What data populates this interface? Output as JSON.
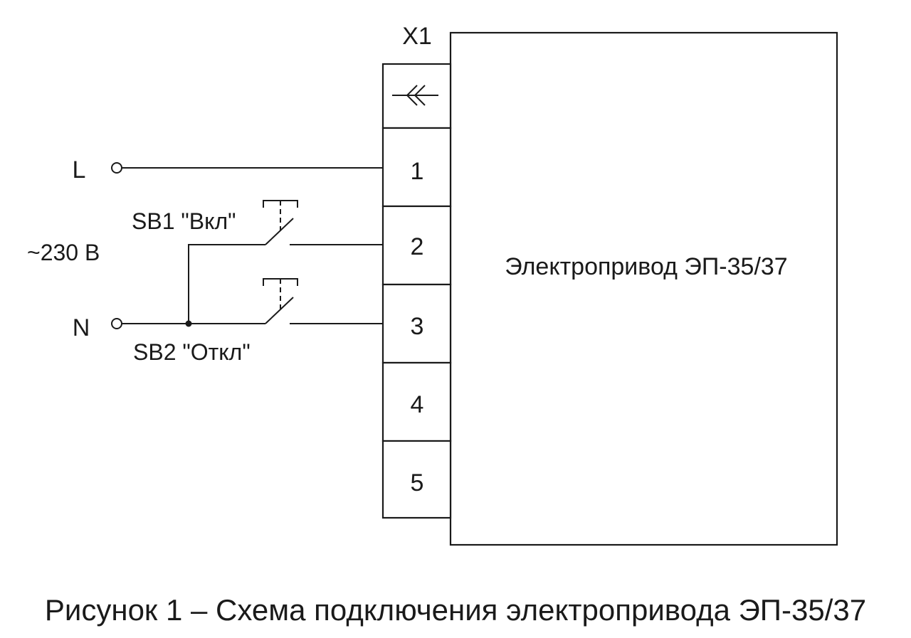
{
  "connector": {
    "label": "X1",
    "symbol": "connector-plug-icon",
    "terminals": [
      "1",
      "2",
      "3",
      "4",
      "5"
    ]
  },
  "device": {
    "label": "Электропривод ЭП-35/37"
  },
  "supply": {
    "line_label": "L",
    "neutral_label": "N",
    "voltage_label": "~230 В"
  },
  "switches": {
    "sb1": "SB1 \"Вкл\"",
    "sb2": "SB2 \"Откл\""
  },
  "caption": "Рисунок 1 – Схема подключения электропривода ЭП-35/37"
}
